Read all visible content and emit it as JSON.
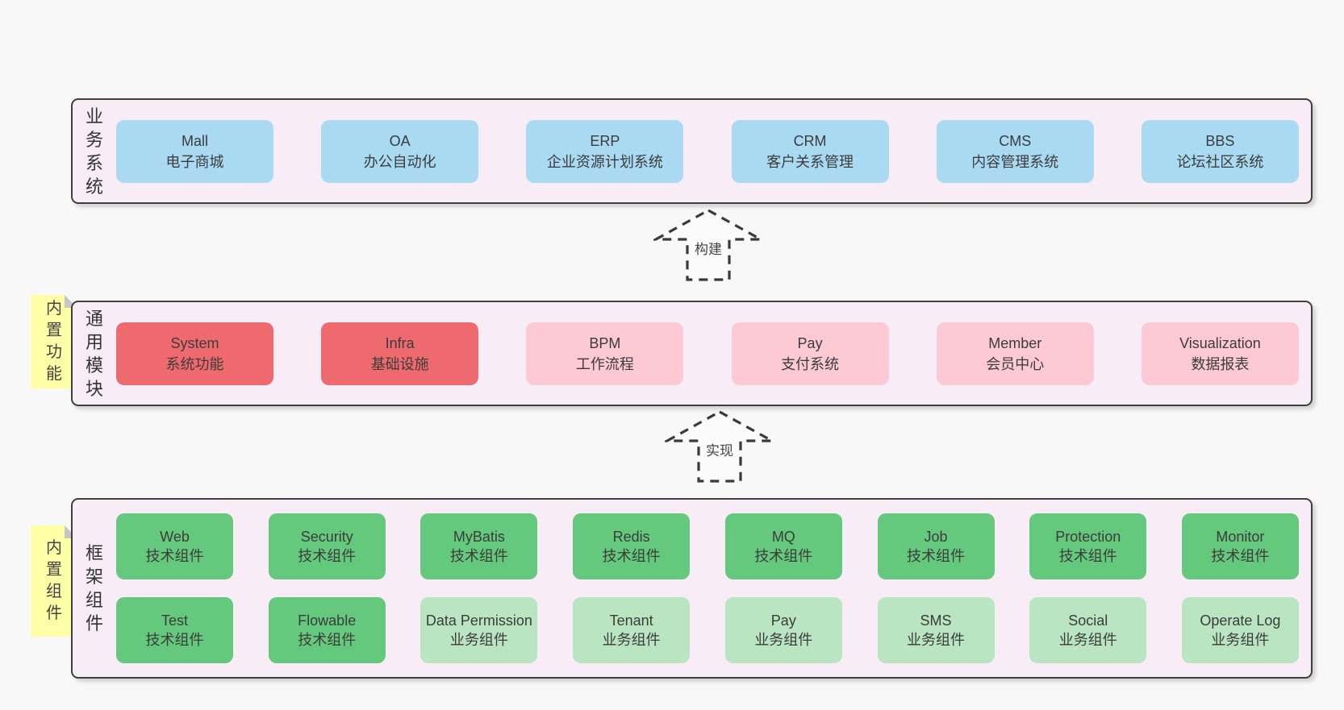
{
  "colors": {
    "page_bg": "#f8f8f8",
    "panel_bg": "#f8edf7",
    "panel_border": "#3f3f3f",
    "note_bg": "#ffffa8",
    "note_fold": "#c6c6c6",
    "text": "#3c3c3c",
    "arrow_stroke": "#3a3a3a",
    "blue": "#a9daf2",
    "red": "#ef6a6e",
    "pink": "#fdc9d4",
    "green": "#64c97c",
    "lightgreen": "#b9e5c2"
  },
  "arrows": [
    {
      "label": "构建"
    },
    {
      "label": "实现"
    }
  ],
  "layers": [
    {
      "label": "业务系统",
      "rows": [
        [
          {
            "name": "Mall",
            "desc": "电子商城",
            "type": "blue"
          },
          {
            "name": "OA",
            "desc": "办公自动化",
            "type": "blue"
          },
          {
            "name": "ERP",
            "desc": "企业资源计划系统",
            "type": "blue"
          },
          {
            "name": "CRM",
            "desc": "客户关系管理",
            "type": "blue"
          },
          {
            "name": "CMS",
            "desc": "内容管理系统",
            "type": "blue"
          },
          {
            "name": "BBS",
            "desc": "论坛社区系统",
            "type": "blue"
          }
        ]
      ]
    },
    {
      "label": "通用模块",
      "note": "内置功能",
      "rows": [
        [
          {
            "name": "System",
            "desc": "系统功能",
            "type": "red"
          },
          {
            "name": "Infra",
            "desc": "基础设施",
            "type": "red"
          },
          {
            "name": "BPM",
            "desc": "工作流程",
            "type": "pink"
          },
          {
            "name": "Pay",
            "desc": "支付系统",
            "type": "pink"
          },
          {
            "name": "Member",
            "desc": "会员中心",
            "type": "pink"
          },
          {
            "name": "Visualization",
            "desc": "数据报表",
            "type": "pink"
          }
        ]
      ]
    },
    {
      "label": "框架组件",
      "note": "内置组件",
      "rows": [
        [
          {
            "name": "Web",
            "desc": "技术组件",
            "type": "green"
          },
          {
            "name": "Security",
            "desc": "技术组件",
            "type": "green"
          },
          {
            "name": "MyBatis",
            "desc": "技术组件",
            "type": "green"
          },
          {
            "name": "Redis",
            "desc": "技术组件",
            "type": "green"
          },
          {
            "name": "MQ",
            "desc": "技术组件",
            "type": "green"
          },
          {
            "name": "Job",
            "desc": "技术组件",
            "type": "green"
          },
          {
            "name": "Protection",
            "desc": "技术组件",
            "type": "green"
          },
          {
            "name": "Monitor",
            "desc": "技术组件",
            "type": "green"
          }
        ],
        [
          {
            "name": "Test",
            "desc": "技术组件",
            "type": "green"
          },
          {
            "name": "Flowable",
            "desc": "技术组件",
            "type": "green"
          },
          {
            "name": "Data Permission",
            "desc": "业务组件",
            "type": "lightgreen"
          },
          {
            "name": "Tenant",
            "desc": "业务组件",
            "type": "lightgreen"
          },
          {
            "name": "Pay",
            "desc": "业务组件",
            "type": "lightgreen"
          },
          {
            "name": "SMS",
            "desc": "业务组件",
            "type": "lightgreen"
          },
          {
            "name": "Social",
            "desc": "业务组件",
            "type": "lightgreen"
          },
          {
            "name": "Operate Log",
            "desc": "业务组件",
            "type": "lightgreen"
          }
        ]
      ]
    }
  ]
}
